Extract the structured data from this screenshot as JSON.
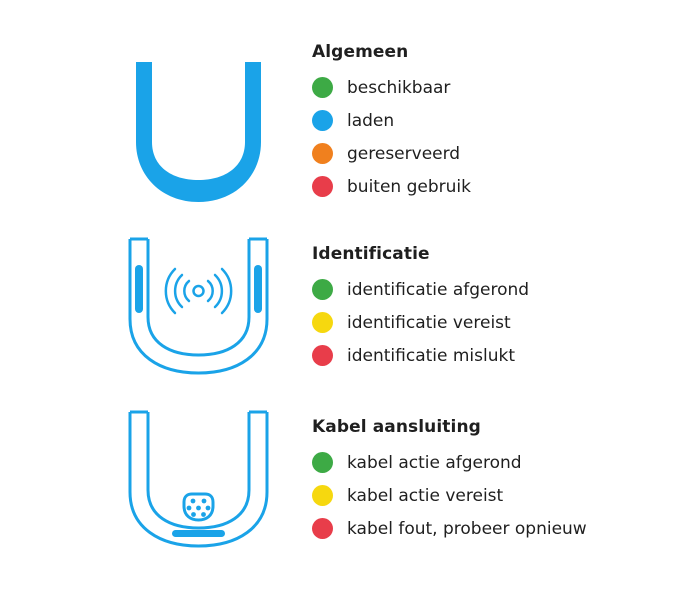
{
  "colors": {
    "connector_blue": "#1AA3E8",
    "green": "#3DAA45",
    "blue": "#1AA3E8",
    "orange": "#F0801E",
    "red": "#E83D4A",
    "yellow": "#F6D80F"
  },
  "sections": [
    {
      "title": "Algemeen",
      "icon": "solid-u-icon",
      "items": [
        {
          "label": "beschikbaar",
          "color": "#3DAA45"
        },
        {
          "label": "laden",
          "color": "#1AA3E8"
        },
        {
          "label": "gereserveerd",
          "color": "#F0801E"
        },
        {
          "label": "buiten gebruik",
          "color": "#E83D4A"
        }
      ]
    },
    {
      "title": "Identificatie",
      "icon": "rfid-u-icon",
      "items": [
        {
          "label": "identificatie afgerond",
          "color": "#3DAA45"
        },
        {
          "label": "identificatie vereist",
          "color": "#F6D80F"
        },
        {
          "label": "identificatie mislukt",
          "color": "#E83D4A"
        }
      ]
    },
    {
      "title": "Kabel aansluiting",
      "icon": "plug-u-icon",
      "items": [
        {
          "label": "kabel actie afgerond",
          "color": "#3DAA45"
        },
        {
          "label": "kabel actie vereist",
          "color": "#F6D80F"
        },
        {
          "label": "kabel fout, probeer opnieuw",
          "color": "#E83D4A"
        }
      ]
    }
  ]
}
